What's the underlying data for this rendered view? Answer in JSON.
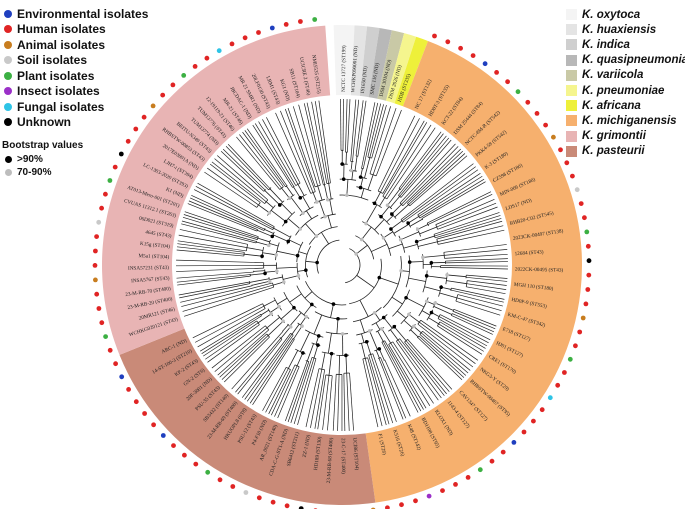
{
  "isolate_legend": [
    {
      "label": "Environmental isolates",
      "color": "#1f3fbf"
    },
    {
      "label": "Human isolates",
      "color": "#e02424"
    },
    {
      "label": "Animal isolates",
      "color": "#c87d1f"
    },
    {
      "label": "Soil isolates",
      "color": "#c9c9c9"
    },
    {
      "label": "Plant isolates",
      "color": "#3cb043"
    },
    {
      "label": "Insect isolates",
      "color": "#9b30c8"
    },
    {
      "label": "Fungal isolates",
      "color": "#2ec4e6"
    },
    {
      "label": "Unknown",
      "color": "#000000"
    }
  ],
  "bootstrap": {
    "title": "Bootstrap values",
    "items": [
      {
        "label": ">90%",
        "color": "#000000"
      },
      {
        "label": "70-90%",
        "color": "#bdbdbd"
      }
    ]
  },
  "species_legend": [
    {
      "label": "K. oxytoca",
      "color": "#f4f4f4"
    },
    {
      "label": "K. huaxiensis",
      "color": "#e4e4e4"
    },
    {
      "label": "K. indica",
      "color": "#cfcfcf"
    },
    {
      "label": "K. quasipneumoniae",
      "color": "#b8b8b8"
    },
    {
      "label": "K. variicola",
      "color": "#c9c9a6"
    },
    {
      "label": "K. pneumoniae",
      "color": "#f5f58e"
    },
    {
      "label": "K. africana",
      "color": "#eef03a"
    },
    {
      "label": "K. michiganensis",
      "color": "#f6b06e"
    },
    {
      "label": "K. grimontii",
      "color": "#e8b4b4"
    },
    {
      "label": "K. pasteurii",
      "color": "#c98a78"
    }
  ],
  "clade_labels": {
    "grimontii": [
      "WCHKG020121 (ST43)",
      "20MR121 (ST46)",
      "23-M-RB-20 (ST400)",
      "23-M-RB-70 (ST400)",
      "INSA5767 (ST43)",
      "INSA57231 (ST43)",
      "M5a1 (ST104)",
      "K15g (ST104)",
      "4645 (ST43)",
      "06D021 (ST319)",
      "CVUAS 11312.1 (ST263)",
      "AT013-Mero-001 (ST201)",
      "K1 (ND)",
      "LC-1303-2020 (ST393)",
      "LJH7-i (ST394)",
      "2017E03891A (ND)",
      "RHBSTW-00853 (ST43)",
      "BEITU-N349 (ST43)",
      "TUM13774 (ND)",
      "TUM13776 (ST43)",
      "12-19119-21 (ST46)",
      "MR-21 (ST46)",
      "JBCDAC-1 (ND)",
      "MR 21 SMR1 (ND)",
      "20LF0130 (ST43)",
      "LRM1 (ST43)",
      "KG1 (ND)",
      "SB11 (ST104)",
      "UCICRE 2 (ST46)",
      "NMI5535 (ST215)"
    ],
    "pasteurii": [
      "UCI86 (ST104)",
      "23-C-17 (ST400)",
      "23-M-RB-68 (ST400)",
      "HD189 (ST130)",
      "ZZ-1 (ND)",
      "SB6412 (ST211)",
      "CDA-C-G-ST1-A (ND)",
      "AR_0021 (ST140)",
      "P4-F10 (ND)",
      "PSU-12 (ST43)",
      "HKUOPL8 (ST8)",
      "23-M-RB-69 (ST400)",
      "SB3432 (ST140)",
      "PSU-35 (ST43)",
      "20F-3001 (ND)",
      "GN-2 (ST6)",
      "KP-2 (ST43)",
      "14-ST-100-3 (ST210)",
      "ARC-1 (ND)"
    ],
    "michiganensis": [
      "NC 17 (ST132)",
      "HD0T-3 (ST135)",
      "KCT-22 (ST84)",
      "DSM 25444 (ST84)",
      "NCTC-8M-R (ST542)",
      "PKK4-58 (ST542)",
      "K-3 (ST180)",
      "CZ598 (ST180)",
      "MIN-006 (ST180)",
      "LDS17 (ND)",
      "RHB20-C02 (ST545)",
      "2023CK-00497 (ST138)",
      "12684 (ST43)",
      "2022CK-00495 (ST43)",
      "MGH 110 (ST180)",
      "HD0P-9 (ST553)",
      "KM-C-47 (ST342)",
      "E718 (ST127)",
      "HJ01 (ST127)",
      "CRE1 (ST170)",
      "NKG3-Y (ST29)",
      "RHBSTW-00467 (ST95)",
      "CAV1347 (ST127)",
      "1143-4 (ST127)",
      "KLOX1 (ND)",
      "BD1108 (ST95)",
      "K48 (ST142)",
      "K516 (ST26)",
      "F1 (ST26)"
    ],
    "outgroup": [
      "NCTC 13727 (ST199)",
      "WCHKP090001 (ND)",
      "IS1650 (ND)",
      "SMC 116 (ND)",
      "DSM 30104 (ND)",
      "DSM 2026 (ND)",
      "HDB (ST335)"
    ]
  }
}
